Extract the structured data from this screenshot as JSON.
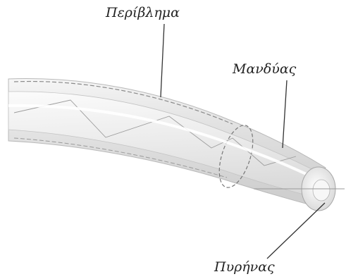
{
  "labels": {
    "cladding": "Περίβλημα",
    "jacket": "Μανδύας",
    "core": "Πυρήνας"
  },
  "colors": {
    "background": "#ffffff",
    "cable_body": "#ececec",
    "cable_shadow": "#c9c9c9",
    "leader_line": "#333333",
    "text": "#222222"
  }
}
